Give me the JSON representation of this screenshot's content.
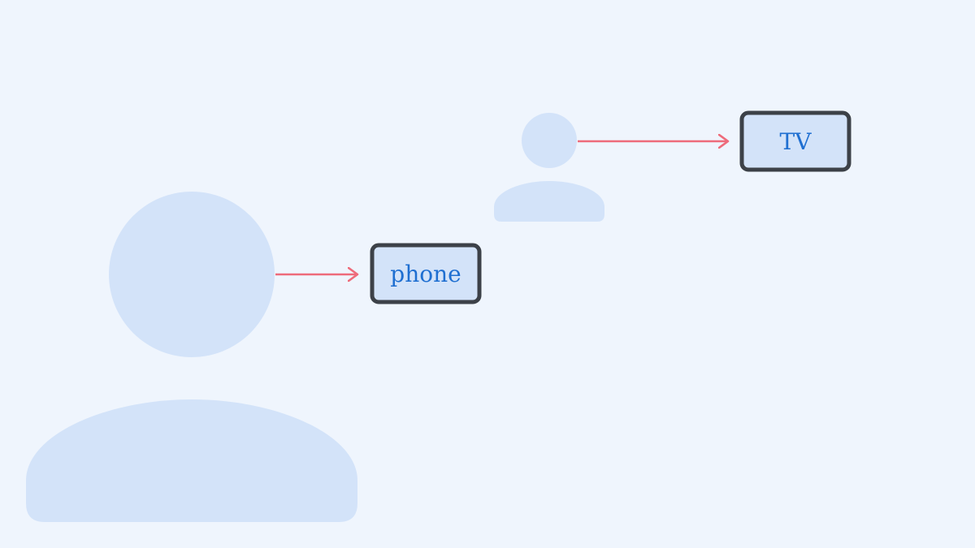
{
  "colors": {
    "background": "#eff5fd",
    "person_fill": "#d3e3f9",
    "arrow": "#ee6b7b",
    "box_fill": "#d3e3f9",
    "box_stroke": "#3c4148",
    "label_text": "#1f6fd1"
  },
  "diagram": {
    "persons": [
      {
        "id": "near",
        "icon": "person-icon",
        "device": "phone"
      },
      {
        "id": "far",
        "icon": "person-icon",
        "device": "TV"
      }
    ],
    "devices": [
      {
        "id": "phone",
        "label": "phone"
      },
      {
        "id": "tv",
        "label": "TV"
      }
    ]
  }
}
